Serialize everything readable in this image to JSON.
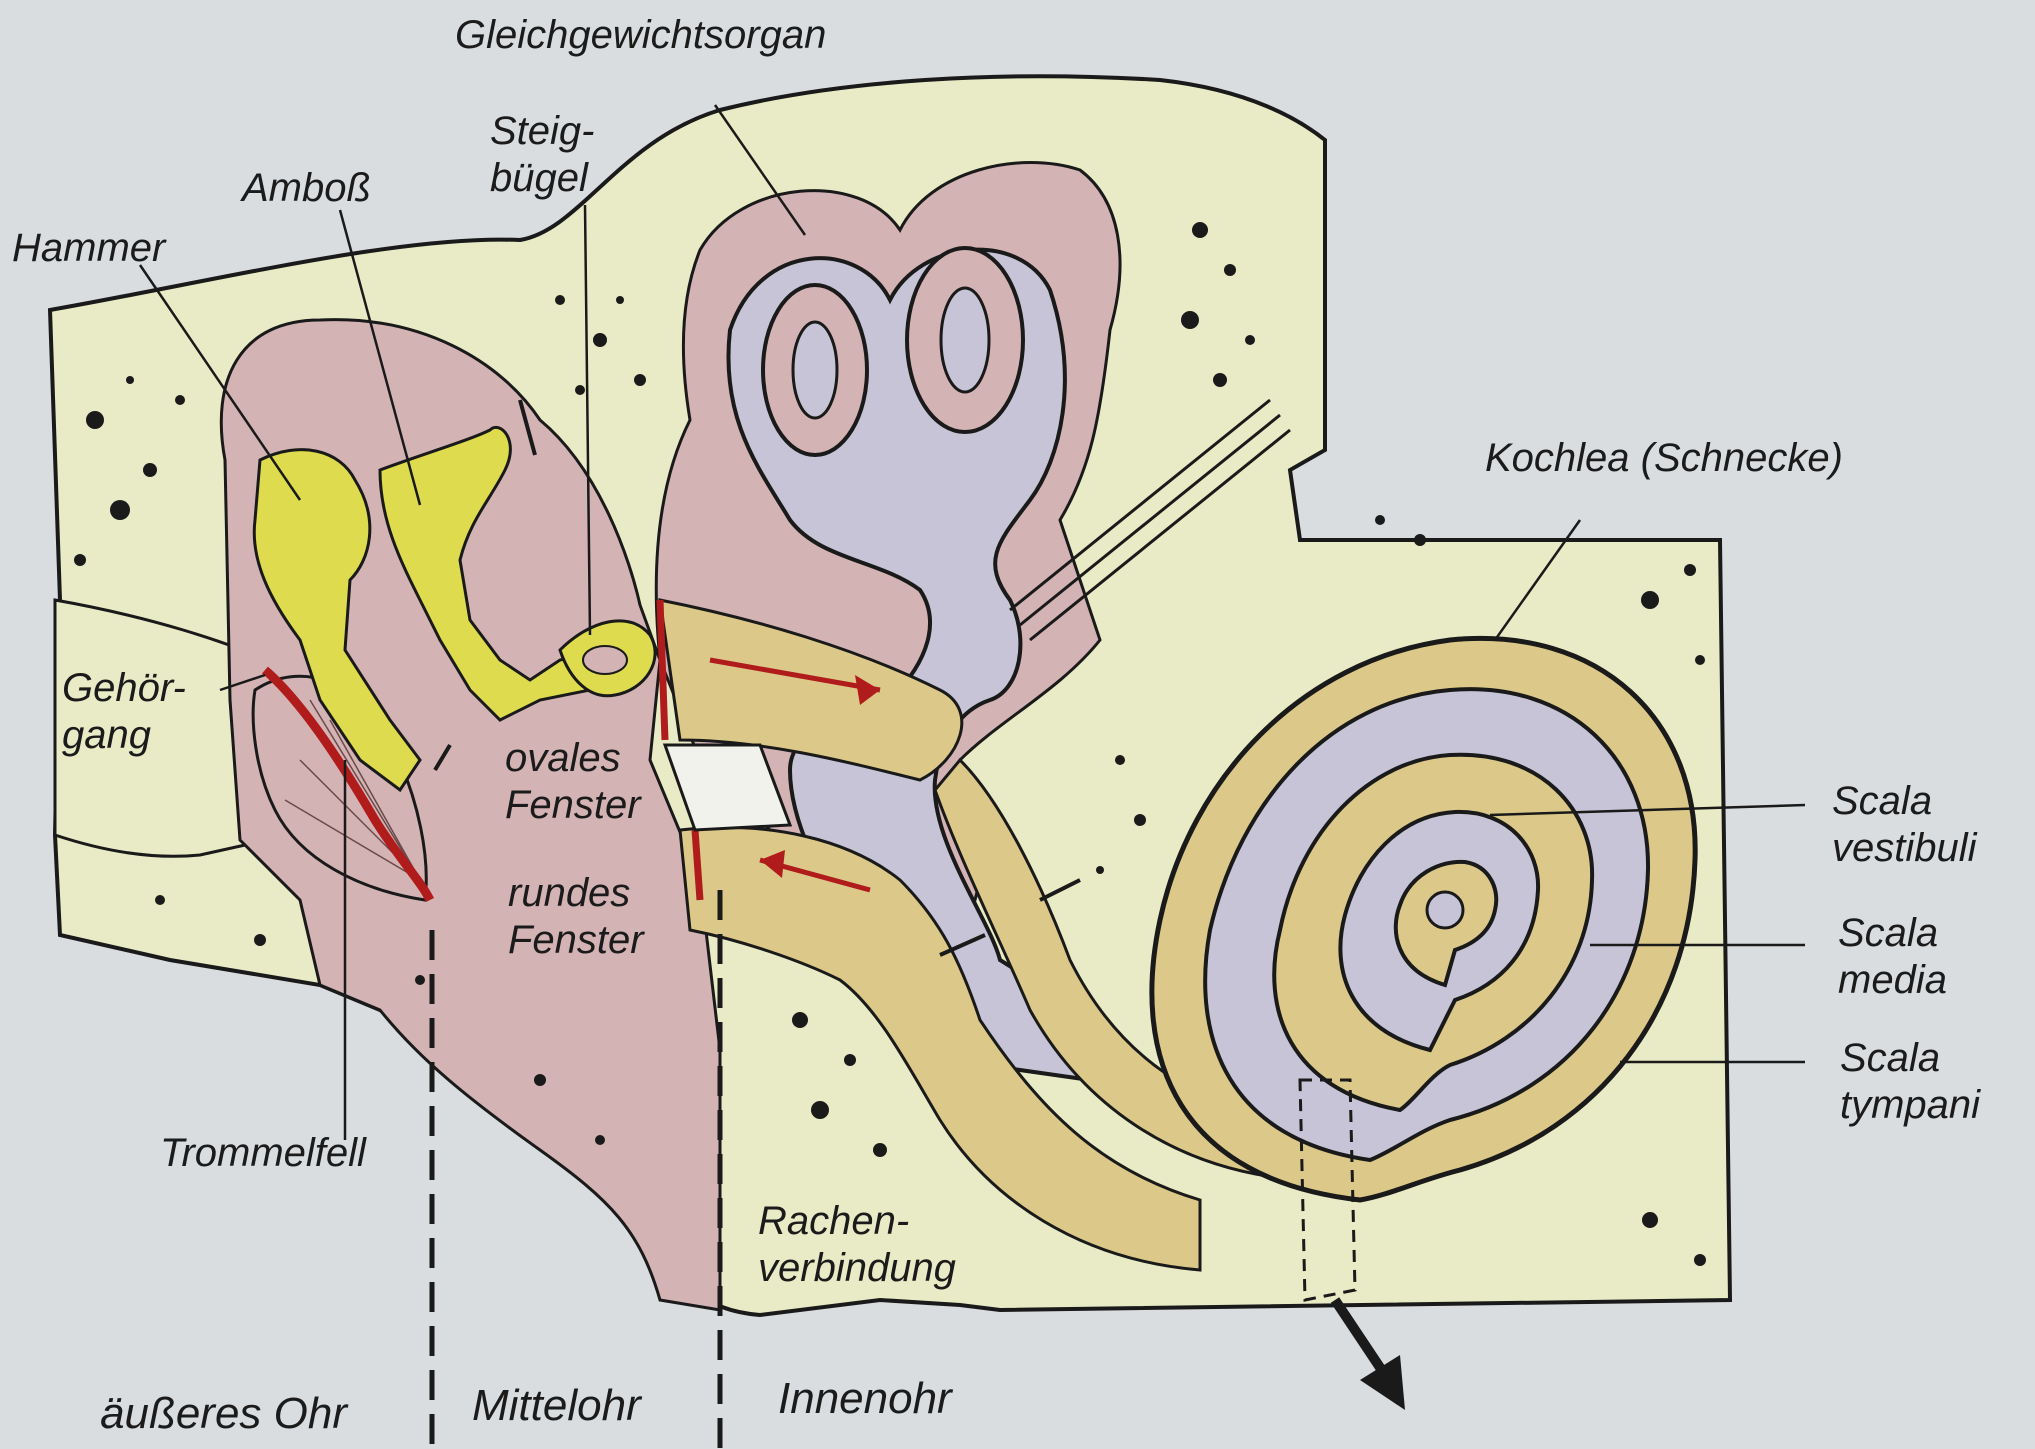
{
  "labels": {
    "gleichgewichtsorgan": "Gleichgewichtsorgan",
    "steigbuegel_1": "Steig-",
    "steigbuegel_2": "bügel",
    "amboss": "Amboß",
    "hammer": "Hammer",
    "gehoergang_1": "Gehör-",
    "gehoergang_2": "gang",
    "ovales_fenster_1": "ovales",
    "ovales_fenster_2": "Fenster",
    "rundes_fenster_1": "rundes",
    "rundes_fenster_2": "Fenster",
    "kochlea": "Kochlea (Schnecke)",
    "scala_vestibuli_1": "Scala",
    "scala_vestibuli_2": "vestibuli",
    "scala_media_1": "Scala",
    "scala_media_2": "media",
    "scala_tympani_1": "Scala",
    "scala_tympani_2": "tympani",
    "trommelfell": "Trommelfell",
    "rachenverbindung_1": "Rachen-",
    "rachenverbindung_2": "verbindung"
  },
  "sections": {
    "outer_ear": "äußeres Ohr",
    "middle_ear": "Mittelohr",
    "inner_ear": "Innenohr"
  },
  "colors": {
    "bone": "#e9ebc6",
    "tissue": "#d4b3b5",
    "ossicles": "#dedb4e",
    "fluid": "#c6c4d6",
    "duct": "#dcc989",
    "membrane": "#b01c1c",
    "outline": "#1a1a1a"
  }
}
